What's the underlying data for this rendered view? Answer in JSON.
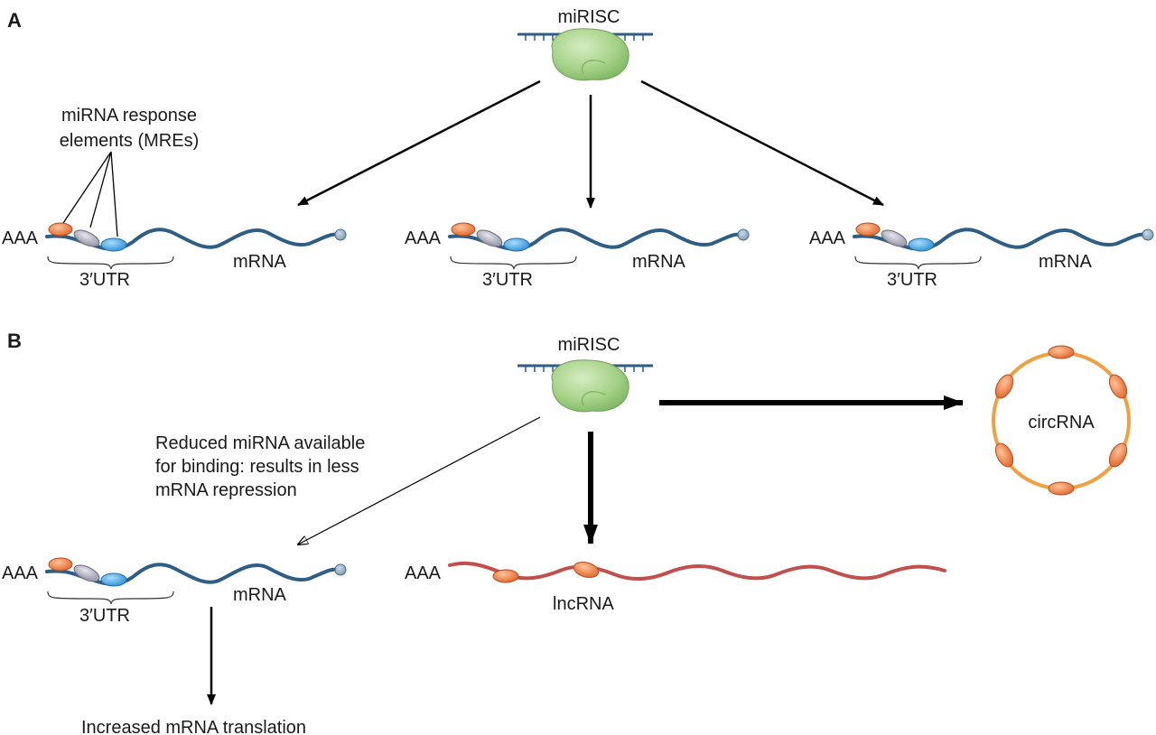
{
  "panel_a": {
    "letter": "A",
    "mirisc_label": "miRISC",
    "mre_label_line1": "miRNA response",
    "mre_label_line2": "elements (MREs)",
    "transcripts": [
      {
        "polya": "AAA",
        "utr": "3′UTR",
        "name": "mRNA"
      },
      {
        "polya": "AAA",
        "utr": "3′UTR",
        "name": "mRNA"
      },
      {
        "polya": "AAA",
        "utr": "3′UTR",
        "name": "mRNA"
      }
    ]
  },
  "panel_b": {
    "letter": "B",
    "mirisc_label": "miRISC",
    "note_line1": "Reduced miRNA available",
    "note_line2": "for binding: results in less",
    "note_line3": "mRNA repression",
    "mrna": {
      "polya": "AAA",
      "utr": "3′UTR",
      "name": "mRNA"
    },
    "lncrna": {
      "polya": "AAA",
      "name": "lncRNA"
    },
    "circrna": {
      "name": "circRNA"
    },
    "outcome": "Increased mRNA translation"
  },
  "colors": {
    "mrna_strand": "#2e5d86",
    "lncrna_strand": "#c0504d",
    "circrna_ring": "#f0a040",
    "mre_orange": "#e8743b",
    "mre_gray": "#a9aab5",
    "mre_blue": "#3f9fdc",
    "mirisc_green": "#a8d38a",
    "arrow": "#000000"
  }
}
